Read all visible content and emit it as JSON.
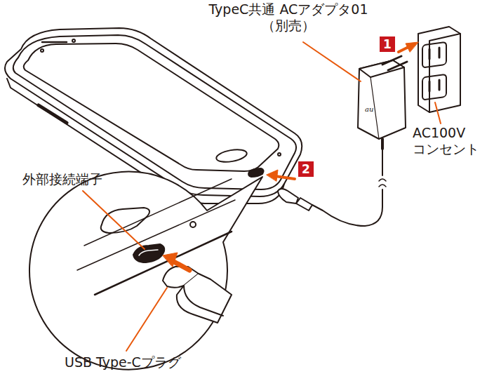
{
  "diagram": {
    "labels": [
      "TypeC共通 ACアダプタ01（別売）",
      "1",
      "AC100V コンセント",
      "au",
      "2",
      "外部接続端子",
      "USB Type-Cプラグ"
    ]
  }
}
